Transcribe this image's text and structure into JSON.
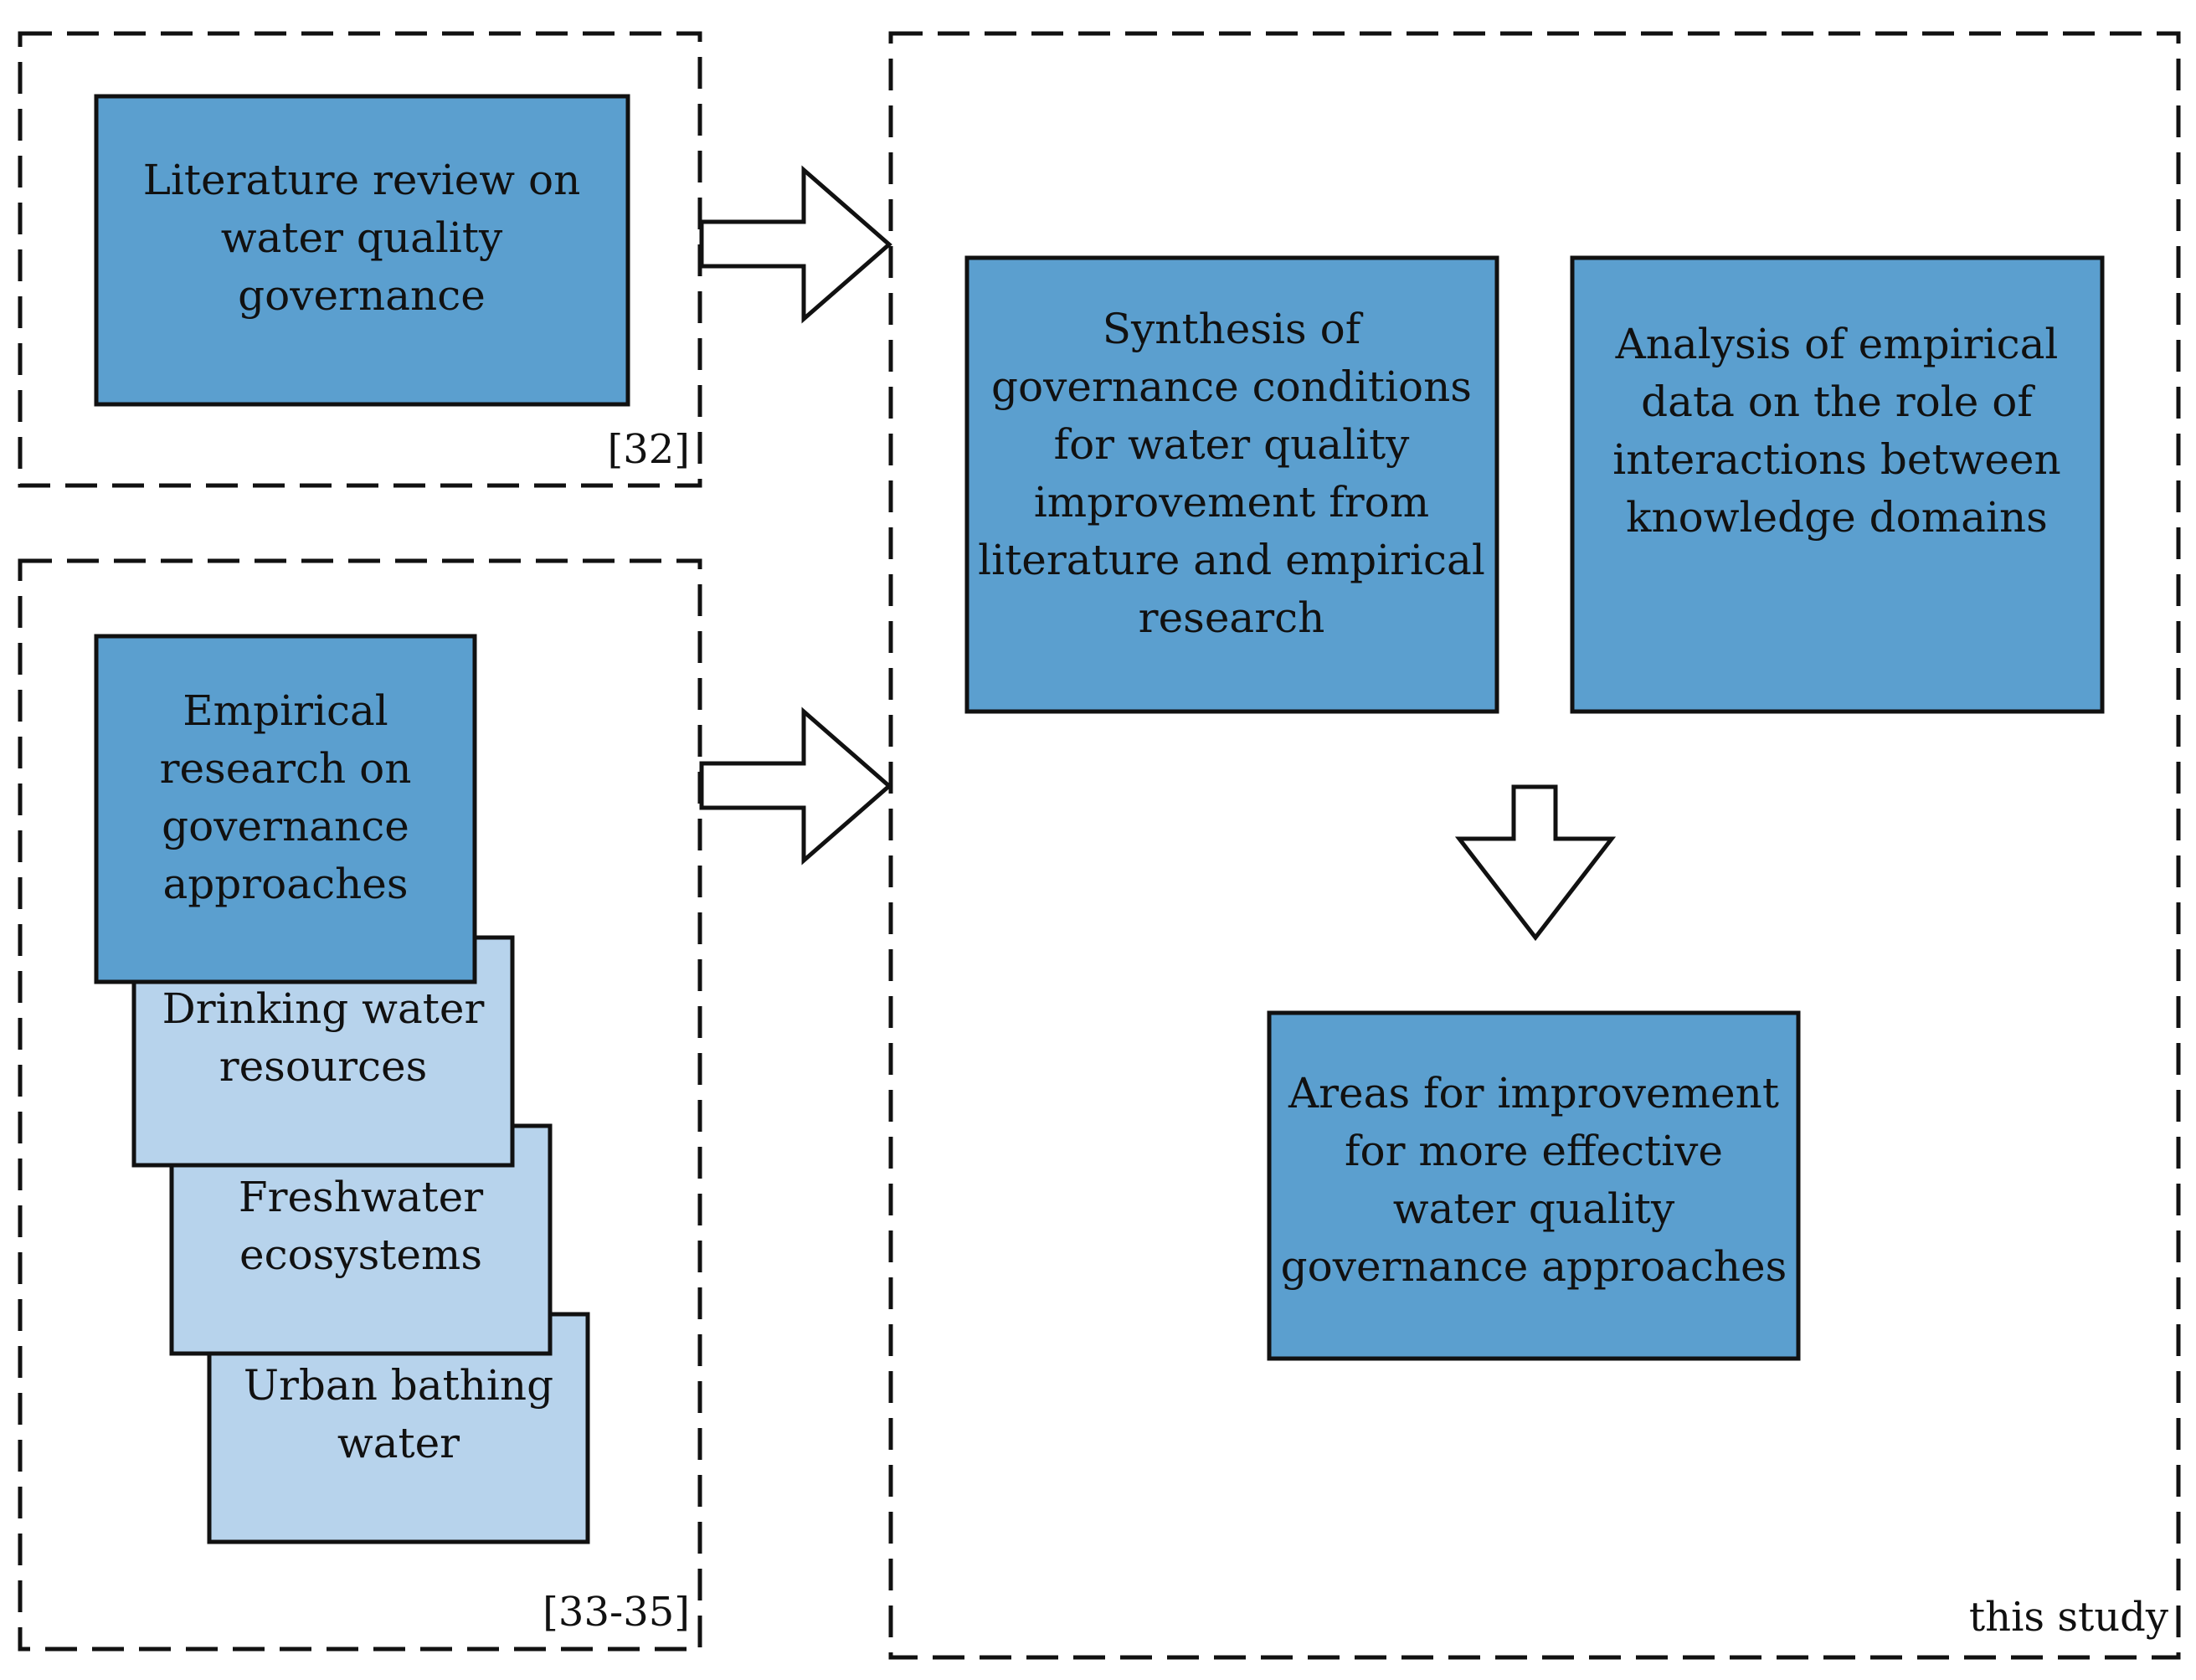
{
  "colors": {
    "primary_box": "#5b9fcf",
    "secondary_box": "#b7d3ec",
    "border": "#111111",
    "arrow_fill": "#ffffff"
  },
  "panels": {
    "literature": {
      "ref": "[32]"
    },
    "empirical": {
      "ref": "[33-35]"
    },
    "study": {
      "ref": "this study"
    }
  },
  "boxes": {
    "literature_review": [
      "Literature review on",
      "water quality",
      "governance"
    ],
    "empirical_research": [
      "Empirical",
      "research on",
      "governance",
      "approaches"
    ],
    "drinking_water": [
      "Drinking water",
      "resources"
    ],
    "freshwater": [
      "Freshwater",
      "ecosystems"
    ],
    "urban_bathing": [
      "Urban bathing",
      "water"
    ],
    "synthesis": [
      "Synthesis of",
      "governance conditions",
      "for water quality",
      "improvement from",
      "literature and empirical",
      "research"
    ],
    "analysis": [
      "Analysis of empirical",
      "data on the role of",
      "interactions between",
      "knowledge domains"
    ],
    "areas": [
      "Areas for improvement",
      "for more effective",
      "water quality",
      "governance approaches"
    ]
  }
}
